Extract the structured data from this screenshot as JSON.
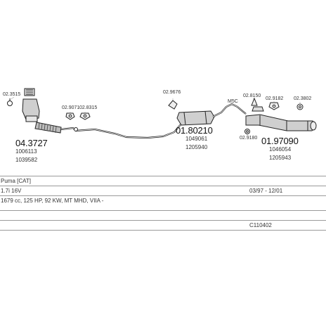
{
  "diagram": {
    "callouts": {
      "clamp_left": "02.3515",
      "gasket_a": "02.9071",
      "gasket_b": "02.8315",
      "hanger_mid": "02.9676",
      "clamp_mid": "M5C",
      "clamp_right": "02.8150",
      "gasket_c": "02.9182",
      "gasket_d": "02.3802",
      "gasket_e": "02.9180"
    },
    "parts": [
      {
        "number": "04.3727",
        "refs": [
          "1006113",
          "1039582"
        ]
      },
      {
        "number": "01.80210",
        "refs": [
          "1049061",
          "1205940"
        ]
      },
      {
        "number": "01.97090",
        "refs": [
          "1046054",
          "1205943"
        ]
      }
    ]
  },
  "vehicle": {
    "model": "Puma [CAT]",
    "engine": "1.7i 16V",
    "years": "03/97 - 12/01",
    "spec": "1679 cc, 125 HP, 92 KW, MT MHD, VIIA -",
    "code": "C110402"
  }
}
